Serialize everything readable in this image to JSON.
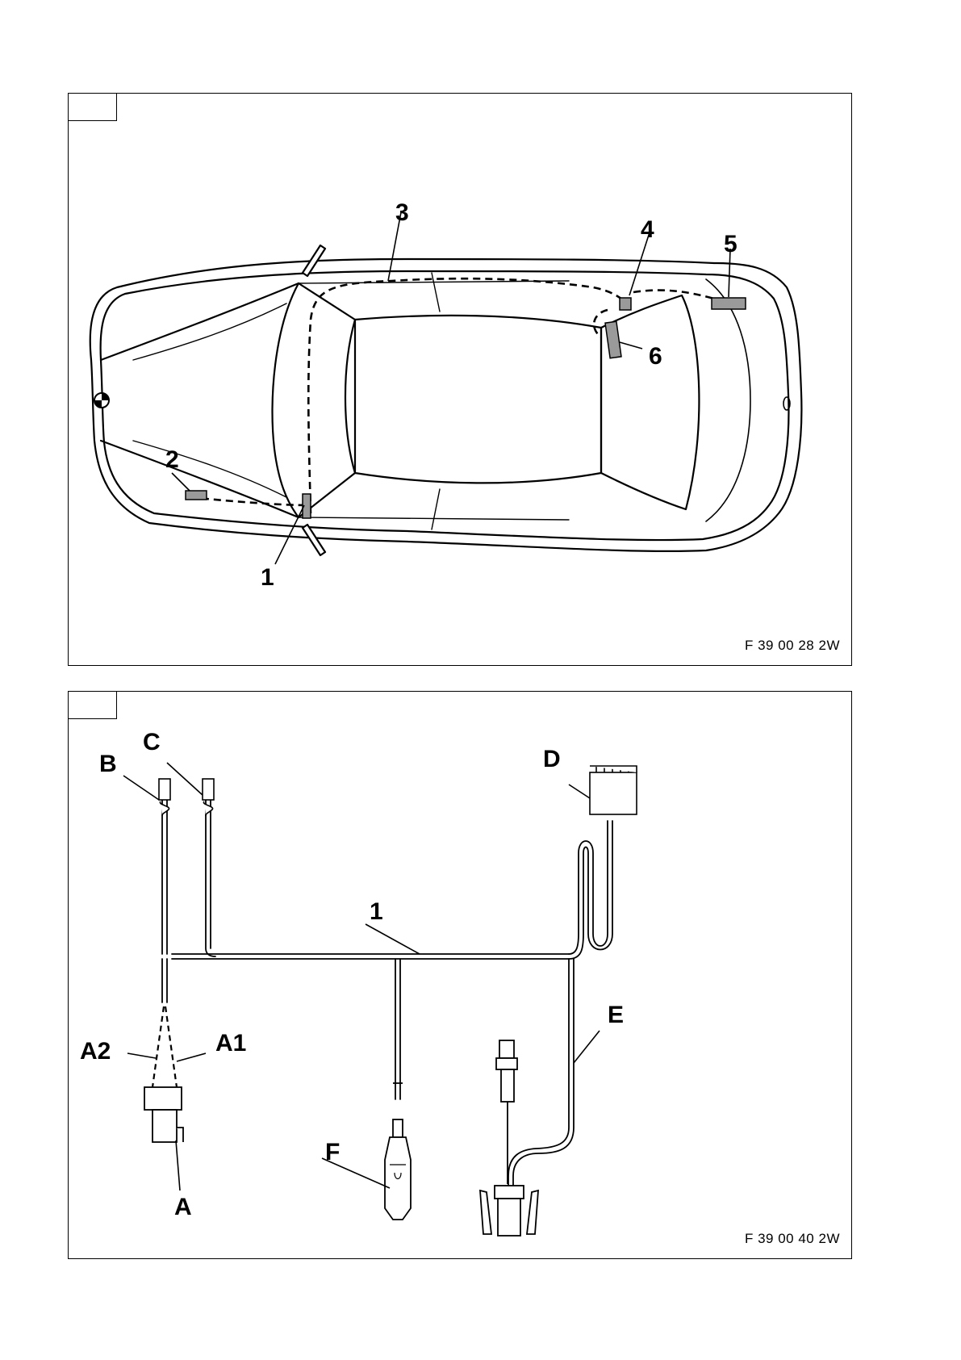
{
  "panel_top": {
    "figure_code": "F 39 00 28 2W",
    "callouts": [
      "1",
      "2",
      "3",
      "4",
      "5",
      "6"
    ]
  },
  "panel_bottom": {
    "figure_code": "F 39 00 40 2W",
    "callouts": [
      "1",
      "A",
      "A1",
      "A2",
      "B",
      "C",
      "D",
      "E",
      "F"
    ]
  },
  "colors": {
    "line": "#000000",
    "component_fill": "#9a9a9a"
  }
}
